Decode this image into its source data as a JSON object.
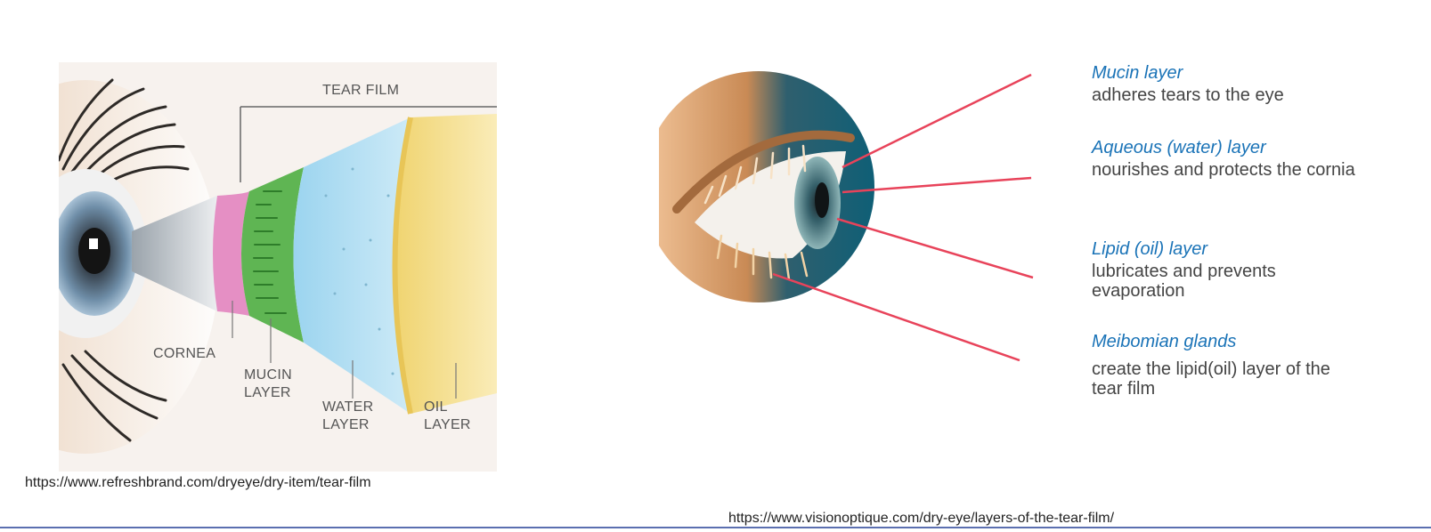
{
  "left_diagram": {
    "title": "TEAR FILM",
    "labels": {
      "cornea": "CORNEA",
      "mucin": [
        "MUCIN",
        "LAYER"
      ],
      "water": [
        "WATER",
        "LAYER"
      ],
      "oil": [
        "OIL",
        "LAYER"
      ]
    },
    "source_url": "https://www.refreshbrand.com/dryeye/dry-item/tear-film"
  },
  "right_diagram": {
    "legend": [
      {
        "title": "Mucin layer",
        "desc": "adheres tears to the eye"
      },
      {
        "title": "Aqueous (water) layer",
        "desc": "nourishes and protects the cornia"
      },
      {
        "title": "Lipid (oil) layer",
        "desc": "lubricates and prevents evaporation"
      },
      {
        "title": "Meibomian glands",
        "desc": "create the lipid(oil) layer of the tear film"
      }
    ],
    "source_url": "https://www.visionoptique.com/dry-eye/layers-of-the-tear-film/"
  },
  "colors": {
    "legend_title": "#1a73b7",
    "pointer_line": "#e8435a",
    "mucin_layer": "#3f9d3a",
    "water_layer": "#a9dcf2",
    "oil_layer": "#f3dc8a",
    "cornea": "#e58fc4",
    "bottom_rule": "#5b6fb0"
  }
}
